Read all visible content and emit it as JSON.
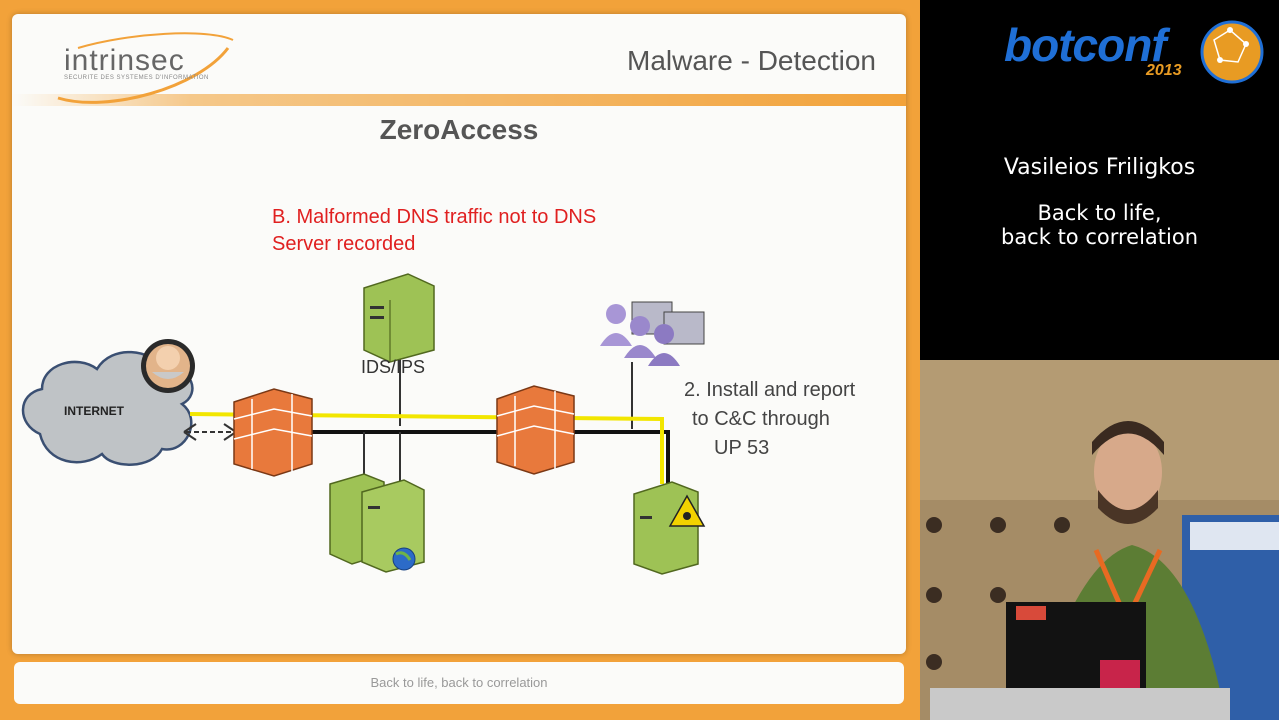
{
  "slide": {
    "logo_text": "intrinsec",
    "logo_tagline": "SECURITE DES SYSTEMES D'INFORMATION",
    "header_title": "Malware - Detection",
    "title": "ZeroAccess",
    "note_b_line1": "B. Malformed DNS traffic not to DNS",
    "note_b_line2": "Server recorded",
    "ids_label": "IDS/IPS",
    "internet_label": "INTERNET",
    "install_note": [
      "2. Install and report",
      "to C&C through",
      "UP 53"
    ],
    "footer": "Back to life, back to correlation"
  },
  "sidebar": {
    "brand_name": "botconf",
    "brand_year": "2013",
    "speaker": "Vasileios Friligkos",
    "talk_title_line1": "Back to life,",
    "talk_title_line2": "back to correlation"
  },
  "colors": {
    "accent_orange": "#f2a23a",
    "alert_red": "#e02020",
    "link_yellow": "#f2e600",
    "server_green": "#9ec255",
    "firewall_orange": "#e8793c",
    "brand_blue": "#1f6fd6"
  }
}
